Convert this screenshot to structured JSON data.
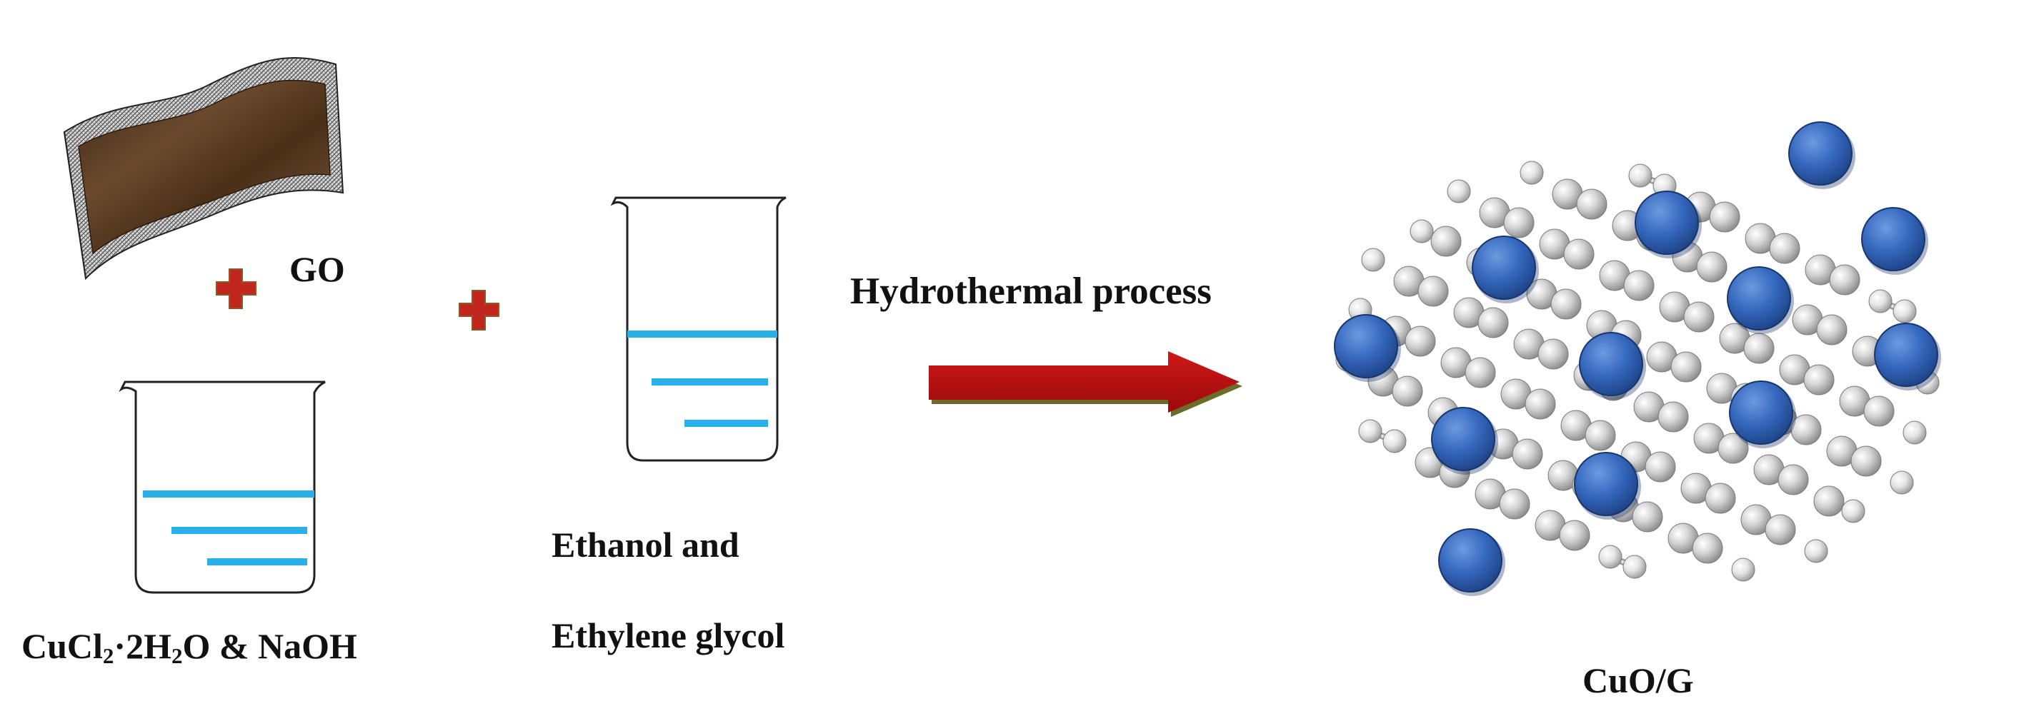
{
  "diagram": {
    "go_label": "GO",
    "reagent_label": {
      "part1": "CuCl",
      "sub1": "2",
      "part2": "·2H",
      "sub2": "2",
      "part3": "O & NaOH"
    },
    "solvent_label_line1": "Ethanol and",
    "solvent_label_line2": "Ethylene glycol",
    "process_label": "Hydrothermal process",
    "product_label": "CuO/G"
  },
  "icons": [
    "go-sheet-icon",
    "plus-icon",
    "beaker-icon",
    "arrow-right-icon",
    "cuo-graphene-model-icon"
  ],
  "colors": {
    "plus": "#c0261c",
    "plus_border": "#8a5a2a",
    "liquid": "#2ab0e8",
    "arrow": "#b80d0d",
    "carbon_atom": "#c9c9c9",
    "cu_particle": "#2a5aa8",
    "go_sheet": "#5a3a22"
  }
}
